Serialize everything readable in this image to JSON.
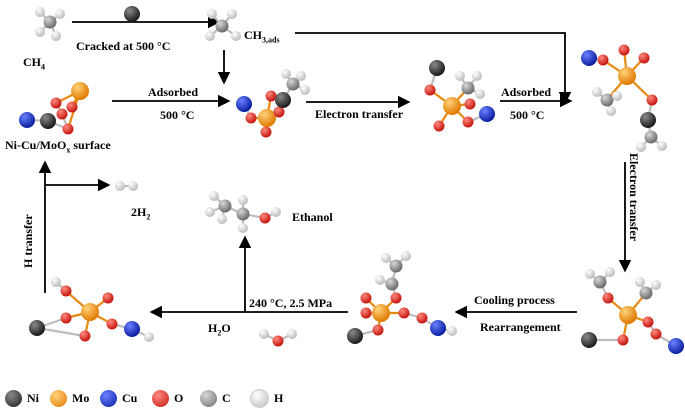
{
  "labels": {
    "ch4": "CH",
    "ch4_sub": "4",
    "ch3ads": "CH",
    "ch3ads_sub1": "3,ads",
    "cracked": "Cracked at 500 °C",
    "surface_a": "Ni-Cu/MoO",
    "surface_sub": "x",
    "surface_b": " surface",
    "adsorbed_1": "Adsorbed",
    "temp_1": "500 °C",
    "electron_transfer_1": "Electron transfer",
    "adsorbed_2": "Adsorbed",
    "temp_2": "500 °C",
    "electron_transfer_2": "Electron transfer",
    "h_transfer": "H transfer",
    "h2": "2H",
    "h2_sub": "2",
    "ethanol": "Ethanol",
    "conditions": "240 °C, 2.5 MPa",
    "water": "H",
    "water_sub": "2",
    "water_o": "O",
    "cooling": "Cooling process",
    "rearrangement": "Rearrangement"
  },
  "legend": [
    {
      "symbol": "Ni",
      "color": "#2d2d2d"
    },
    {
      "symbol": "Mo",
      "color": "#f39a0e"
    },
    {
      "symbol": "Cu",
      "color": "#1530c8"
    },
    {
      "symbol": "O",
      "color": "#e8261c"
    },
    {
      "symbol": "C",
      "color": "#8c8c8c"
    },
    {
      "symbol": "H",
      "color": "#e6e6e6"
    }
  ],
  "colors": {
    "Ni": "#2d2d2d",
    "Mo": "#f39a0e",
    "Cu": "#1530c8",
    "O": "#e8261c",
    "C": "#8c8c8c",
    "H": "#e6e6e6",
    "arrow": "#000000"
  }
}
